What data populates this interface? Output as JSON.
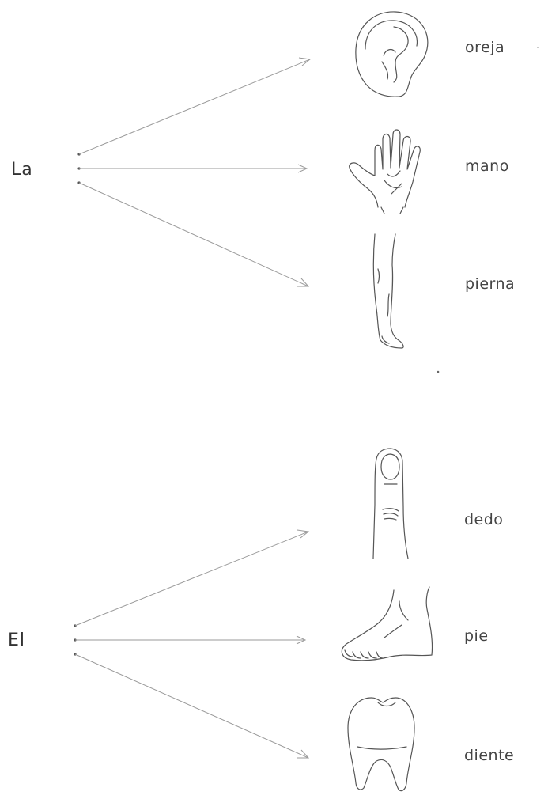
{
  "groups": [
    {
      "article": "La",
      "items": [
        {
          "word": "oreja",
          "icon": "ear-icon"
        },
        {
          "word": "mano",
          "icon": "hand-icon"
        },
        {
          "word": "pierna",
          "icon": "leg-icon"
        }
      ]
    },
    {
      "article": "El",
      "items": [
        {
          "word": "dedo",
          "icon": "finger-icon"
        },
        {
          "word": "pie",
          "icon": "foot-icon"
        },
        {
          "word": "diente",
          "icon": "tooth-icon"
        }
      ]
    }
  ]
}
